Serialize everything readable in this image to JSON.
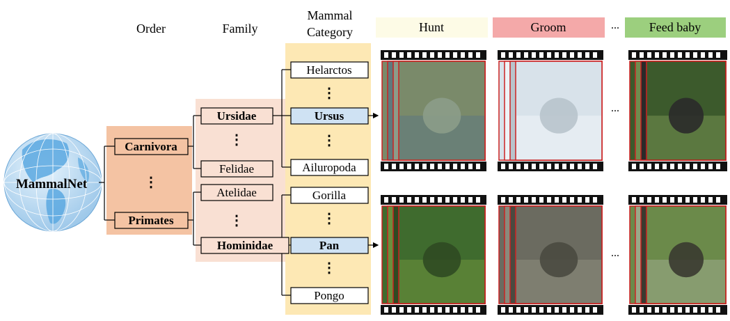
{
  "root": {
    "label": "MammalNet"
  },
  "headers": {
    "order": "Order",
    "family": "Family",
    "category_line1": "Mammal",
    "category_line2": "Category"
  },
  "behaviors": [
    "Hunt",
    "Groom",
    "Feed baby"
  ],
  "ellipsis": "⋮",
  "h_ellipsis": "...",
  "orders": [
    "Carnivora",
    "Primates"
  ],
  "families": [
    "Ursidae",
    "Felidae",
    "Atelidae",
    "Hominidae"
  ],
  "categories": [
    "Helarctos",
    "Ursus",
    "Ailuropoda",
    "Gorilla",
    "Pan",
    "Pongo"
  ],
  "colors": {
    "order_panel": "#f4c3a3",
    "family_panel": "#f9e0d3",
    "category_panel": "#fde8b4",
    "highlight": "#cfe2f3",
    "hunt_bg": "#fdfbe6",
    "groom_bg": "#f4a9a9",
    "feed_bg": "#9ccf7e",
    "frame_red": "#cc2222"
  }
}
